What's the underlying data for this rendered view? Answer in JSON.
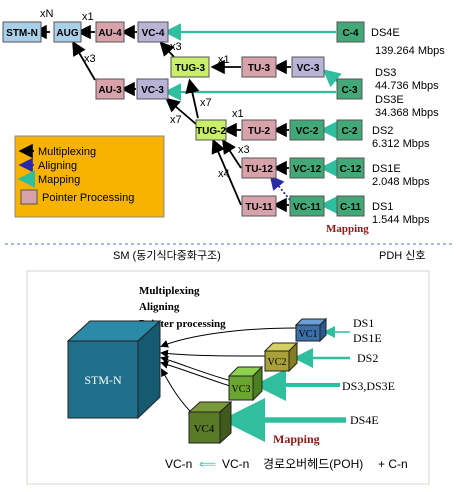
{
  "top": {
    "boxes": [
      {
        "id": "stmn",
        "text": "STM-N",
        "fill": "#a9d0e6"
      },
      {
        "id": "aug",
        "text": "AUG",
        "fill": "#a9d0e6"
      },
      {
        "id": "au4",
        "text": "AU-4",
        "fill": "#d8a2aa"
      },
      {
        "id": "vc4",
        "text": "VC-4",
        "fill": "#b9b3d6"
      },
      {
        "id": "c4",
        "text": "C-4",
        "fill": "#43a877"
      },
      {
        "id": "tug3",
        "text": "TUG-3",
        "fill": "#c8ee6a"
      },
      {
        "id": "tu3",
        "text": "TU-3",
        "fill": "#d8a2aa"
      },
      {
        "id": "vc3t",
        "text": "VC-3",
        "fill": "#b9b3d6"
      },
      {
        "id": "c3",
        "text": "C-3",
        "fill": "#43a877"
      },
      {
        "id": "au3",
        "text": "AU-3",
        "fill": "#d8a2aa"
      },
      {
        "id": "vc3a",
        "text": "VC-3",
        "fill": "#b9b3d6"
      },
      {
        "id": "tug2",
        "text": "TUG-2",
        "fill": "#c8ee6a"
      },
      {
        "id": "tu2",
        "text": "TU-2",
        "fill": "#d8a2aa"
      },
      {
        "id": "vc2",
        "text": "VC-2",
        "fill": "#43a877"
      },
      {
        "id": "c2",
        "text": "C-2",
        "fill": "#43a877"
      },
      {
        "id": "tu12",
        "text": "TU-12",
        "fill": "#d8a2aa"
      },
      {
        "id": "vc12",
        "text": "VC-12",
        "fill": "#43a877"
      },
      {
        "id": "c12",
        "text": "C-12",
        "fill": "#43a877"
      },
      {
        "id": "tu11",
        "text": "TU-11",
        "fill": "#d8a2aa"
      },
      {
        "id": "vc11",
        "text": "VC-11",
        "fill": "#43a877"
      },
      {
        "id": "c11",
        "text": "C-11",
        "fill": "#43a877"
      }
    ],
    "multipliers": {
      "xN": "xN",
      "x1_au4": "x1",
      "x3_vc4": "x3",
      "x3_aug": "x3",
      "x1_tu3": "x1",
      "x7_tug3": "x7",
      "x7_vc3": "x7",
      "x1_tu2": "x1",
      "x3_tu12": "x3",
      "x4_tu11": "x4"
    },
    "signals": [
      {
        "name": "DS4E",
        "rate": "139.264 Mbps"
      },
      {
        "name": "DS3",
        "rate": "44.736 Mbps"
      },
      {
        "name": "DS3E",
        "rate": "34.368 Mbps"
      },
      {
        "name": "DS2",
        "rate": "6.312 Mbps"
      },
      {
        "name": "DS1E",
        "rate": "2.048 Mbps"
      },
      {
        "name": "DS1",
        "rate": "1.544 Mbps"
      }
    ],
    "mapping_label": "Mapping",
    "legend": {
      "items": [
        "Multiplexing",
        "Aligning",
        "Mapping",
        "Pointer Processing"
      ],
      "bg": "#f7b300"
    },
    "footer_left": "SM (동기식다중화구조)",
    "footer_right": "PDH 신호"
  },
  "bottom": {
    "legend_lines": [
      "Multiplexing",
      "Aligning",
      "Pointer processing"
    ],
    "cubes": [
      {
        "label": "STM-N",
        "color": "#1f6f8b"
      },
      {
        "label": "VC1",
        "color": "#3a6fa8"
      },
      {
        "label": "VC2",
        "color": "#a8a13a"
      },
      {
        "label": "VC3",
        "color": "#6aa52f"
      },
      {
        "label": "VC4",
        "color": "#5a7a2a"
      }
    ],
    "signals": [
      "DS1",
      "DS1E",
      "DS2",
      "DS3,DS3E",
      "DS4E"
    ],
    "mapping_label": "Mapping",
    "formula": {
      "left": "VC-n",
      "arrow": "⟸",
      "middle": "VC-n",
      "korean": "경로오버헤드(POH)",
      "plus": "+ C-n"
    }
  },
  "colors": {
    "mux_arrow": "#000000",
    "align_arrow": "#2a2aa8",
    "map_arrow": "#2fbf9f",
    "mapping_text": "#8b1a1a",
    "frame": "#d8d4c8"
  }
}
